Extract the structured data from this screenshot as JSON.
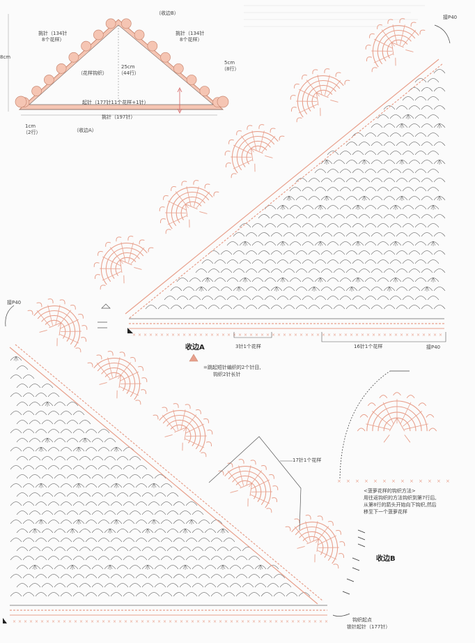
{
  "colors": {
    "pink": "#e8a08c",
    "pinkFill": "#f5c5b3",
    "dark": "#4a4a4a",
    "paper": "#fbfbfb"
  },
  "schematic": {
    "bind_off_b": "（收边B）",
    "left_pick": "挑针（134针",
    "left_pick2": "8个花样）",
    "right_pick": "挑针（134针",
    "right_pick2": "8个花样）",
    "pattern_knit": "（花样钩织）",
    "depth": "25cm",
    "depth_rows": "（44行）",
    "edge_len": "5cm",
    "edge_rows": "（8行）",
    "height": "8cm",
    "start": "起针（177针11个花样+1针）",
    "pick_bottom": "挑针（197针）",
    "one_cm": "1cm",
    "two_rows": "（2行）",
    "bind_off_a": "（收边A）"
  },
  "diagram": {
    "join_top": "接P40",
    "join_left": "接P40",
    "join_right": "接P40",
    "title_a": "收边A",
    "repeat_3": "3针1个花样",
    "repeat_16": "16针1个花样",
    "legend_desc": "=跳起短针编织的2个针目,",
    "legend_desc2": "钩织2针长针",
    "repeat_17": "17针1个花样",
    "pineapple_title": "<菠萝花样的钩织方法>",
    "pineapple_1": "用往返钩织的方法钩织到第7行后,",
    "pineapple_2": "从第8行的箭头开始向下钩织,然后",
    "pineapple_3": "移至下一个菠萝花样",
    "title_b": "收边B",
    "start_label": "钩织起点",
    "chain_label": "锁针起针（177针）"
  }
}
